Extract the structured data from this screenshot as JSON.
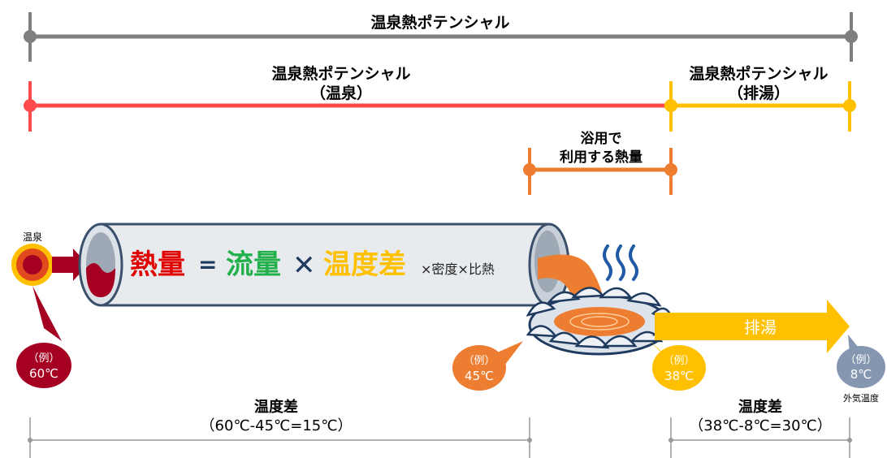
{
  "potential_total": {
    "label": "温泉熱ポテンシャル"
  },
  "potential_onsen": {
    "line1": "温泉熱ポテンシャル",
    "line2": "（温泉）"
  },
  "potential_drain": {
    "line1": "温泉熱ポテンシャル",
    "line2": "（排湯）"
  },
  "bath_heat": {
    "line1": "浴用で",
    "line2": "利用する熱量"
  },
  "source": {
    "label": "温泉"
  },
  "formula": {
    "heat": "熱量",
    "equals": "=",
    "flow": "流量",
    "times": "✕",
    "tempdiff": "温度差",
    "extra": "×密度×比熱"
  },
  "drain_arrow": {
    "label": "排湯"
  },
  "bubbles": [
    {
      "ex": "（例）",
      "temp": "60℃"
    },
    {
      "ex": "（例）",
      "temp": "45℃"
    },
    {
      "ex": "（例）",
      "temp": "38℃"
    },
    {
      "ex": "（例）",
      "temp": "8℃"
    }
  ],
  "outside_temp_label": "外気温度",
  "diff_left": {
    "title": "温度差",
    "formula": "（60℃-45℃=15℃）"
  },
  "diff_right": {
    "title": "温度差",
    "formula": "（38℃-8℃=30℃）"
  },
  "colors": {
    "gray": "#7f7f7f",
    "red": "#ff4b4b",
    "yellow": "#ffc000",
    "orange": "#ed7d31",
    "darkred": "#a50021",
    "blue": "#1f5aa6",
    "green": "#22b04b",
    "steelgray": "#8496b0"
  }
}
